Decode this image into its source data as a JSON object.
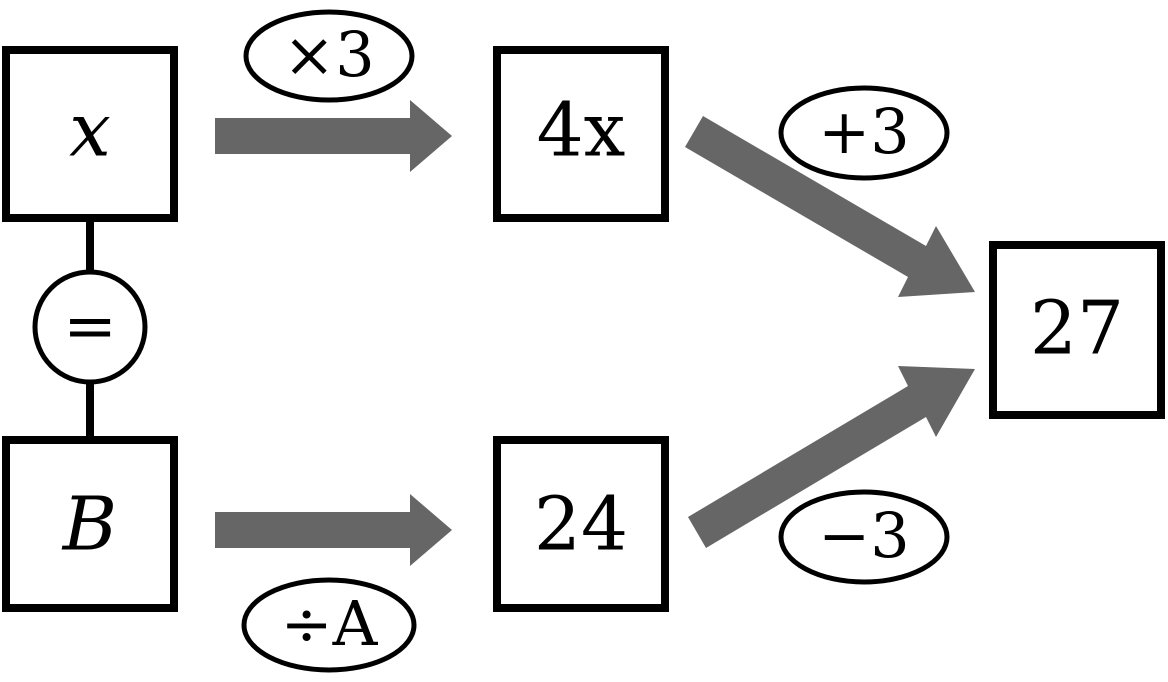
{
  "nodes": {
    "x_box": "x",
    "four_x_box": "4x",
    "b_box": "B",
    "twenty_four_box": "24",
    "twenty_seven_box": "27"
  },
  "operations": {
    "times_three": "×3",
    "divide_by_a": "÷A",
    "plus_three": "+3",
    "minus_three": "−3"
  },
  "relation": {
    "equals_symbol": "="
  },
  "colors": {
    "arrow": "#666666",
    "stroke": "#000000",
    "background": "#ffffff"
  }
}
